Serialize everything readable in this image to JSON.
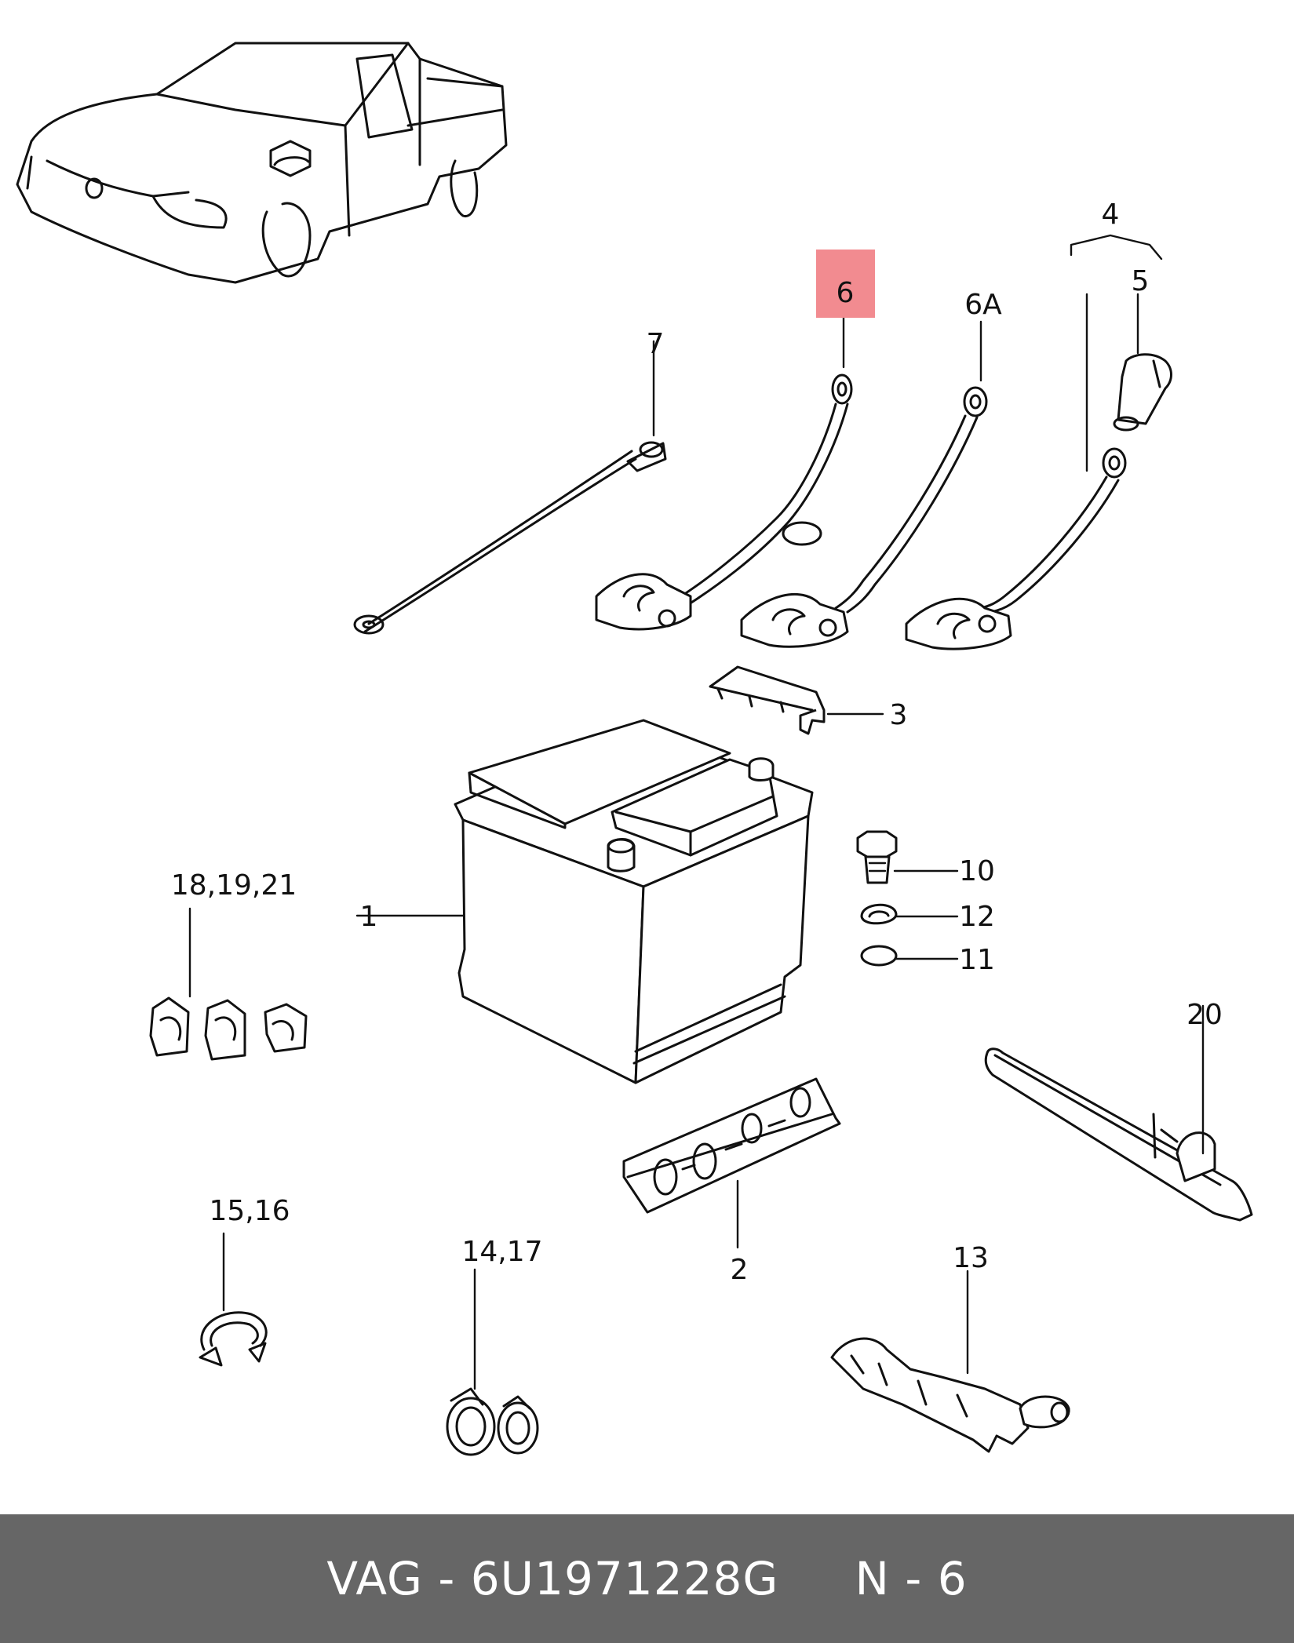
{
  "callouts": {
    "c1": "1",
    "c2": "2",
    "c3": "3",
    "c4": "4",
    "c5": "5",
    "c6": "6",
    "c6a": "6A",
    "c7": "7",
    "c10": "10",
    "c11": "11",
    "c12": "12",
    "c13": "13",
    "c14_17": "14,17",
    "c15_16": "15,16",
    "c18_19_21": "18,19,21",
    "c20": "20"
  },
  "highlighted_callout": "6",
  "footer": {
    "text": "VAG - 6U1971228G     N - 6"
  },
  "colors": {
    "highlight": "#f28b90",
    "footer_bg": "#666666",
    "footer_text": "#ffffff"
  }
}
